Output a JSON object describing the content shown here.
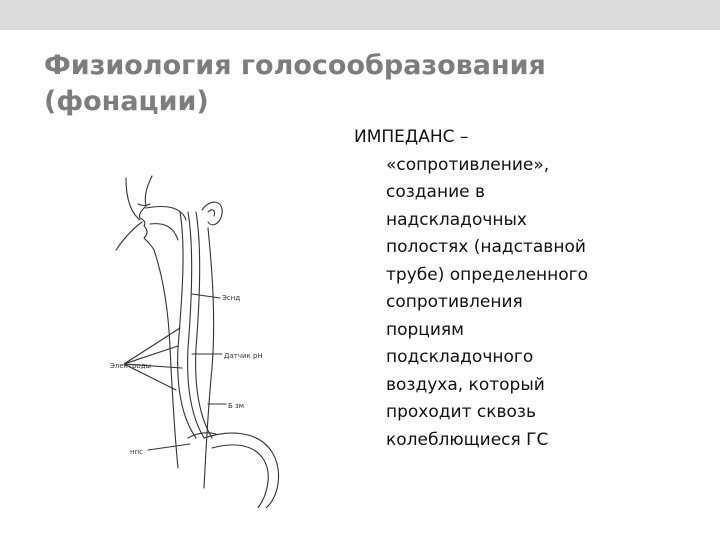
{
  "slide": {
    "title_lines": [
      "Физиология голосообразования",
      "(фонации)"
    ],
    "body_lead": "ИМПЕДАНС –",
    "body_lines": [
      "«сопротивление»,",
      "создание в",
      "надскладочных",
      "полостях (надставной",
      "трубе) определенного",
      "сопротивления",
      "порциям",
      "подскладочного",
      "воздуха, который",
      "проходит сквозь",
      "колеблющиеся ГС"
    ]
  },
  "figure": {
    "labels": {
      "esnd": "Эснд",
      "ph_sensor": "Датчик рН",
      "electrodes": "Электроды",
      "b3m": "Б зм",
      "nps": "нпс"
    }
  },
  "colors": {
    "top_band": "#dcdcdc",
    "title": "#7d7d7d",
    "body_text": "#111111",
    "line_art": "#333333"
  }
}
